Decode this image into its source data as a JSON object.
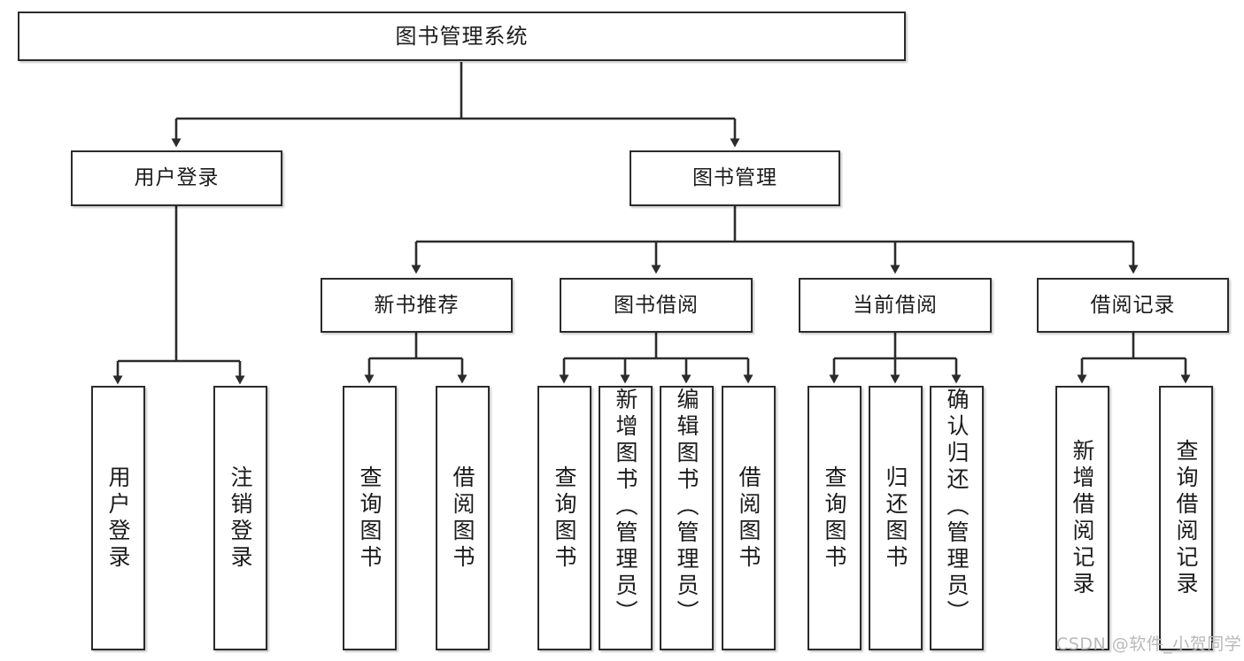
{
  "diagram": {
    "title": "图书管理系统",
    "watermark": "CSDN @软件_小贺同学",
    "colors": {
      "box_border": "#2b2b2b",
      "box_fill": "#ffffff",
      "edge": "#2b2b2b",
      "text": "#1b1b1b",
      "watermark": "#b9b9b9"
    },
    "root": {
      "label": "图书管理系统"
    },
    "level2": [
      {
        "label": "用户登录"
      },
      {
        "label": "图书管理"
      }
    ],
    "level3": [
      {
        "label": "新书推荐"
      },
      {
        "label": "图书借阅"
      },
      {
        "label": "当前借阅"
      },
      {
        "label": "借阅记录"
      }
    ],
    "leaves": {
      "user_login": [
        {
          "label": "用户登录"
        },
        {
          "label": "注销登录"
        }
      ],
      "new_book_recommend": [
        {
          "label": "查询图书"
        },
        {
          "label": "借阅图书"
        }
      ],
      "book_borrow": [
        {
          "label": "查询图书"
        },
        {
          "label": "新增图书（管理员）"
        },
        {
          "label": "编辑图书（管理员）"
        },
        {
          "label": "借阅图书"
        }
      ],
      "current_borrow": [
        {
          "label": "查询图书"
        },
        {
          "label": "归还图书"
        },
        {
          "label": "确认归还（管理员）"
        }
      ],
      "borrow_record": [
        {
          "label": "新增借阅记录"
        },
        {
          "label": "查询借阅记录"
        }
      ]
    }
  }
}
